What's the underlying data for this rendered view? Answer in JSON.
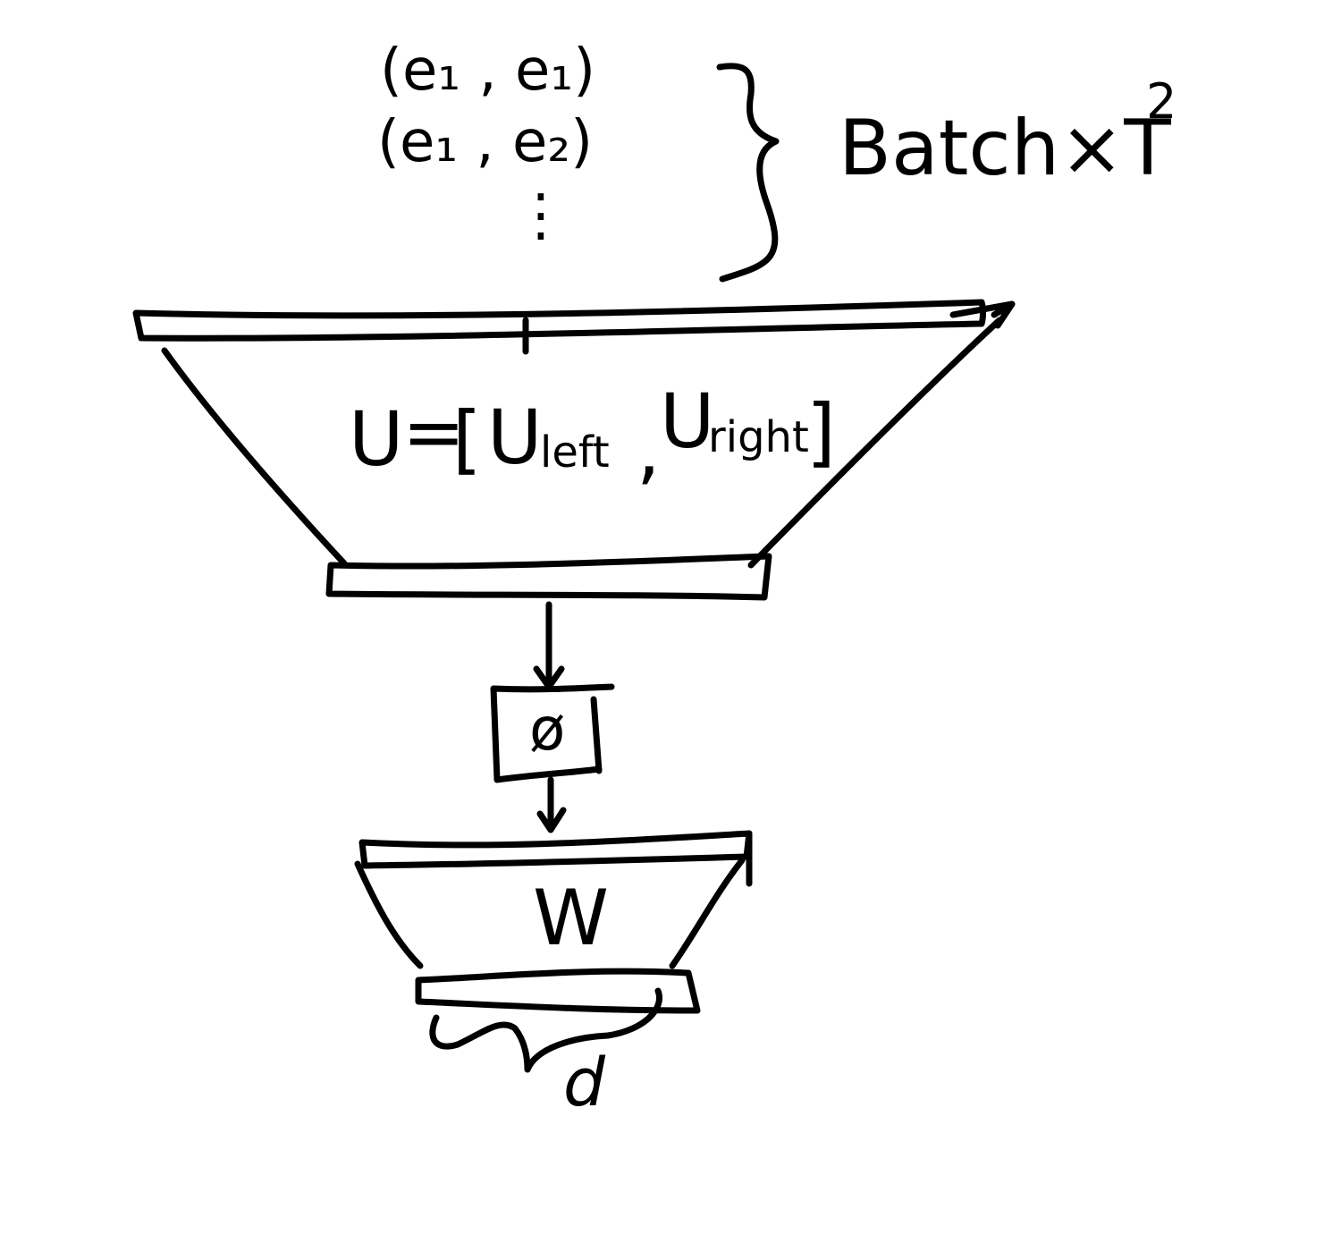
{
  "colors": {
    "background": "#ffffff",
    "ink": "#000000"
  },
  "inputs": {
    "pairs": [
      "(e₁ , e₁)",
      "(e₁ , e₂)"
    ],
    "ellipsis": "⋮",
    "size_label": {
      "base": "Batch×T",
      "exponent": "2"
    }
  },
  "layer_u": {
    "symbol": "U",
    "equals": "=",
    "open_bracket": "[",
    "left_block": {
      "base": "U",
      "subscript": "left"
    },
    "separator": ",",
    "right_block": {
      "base": "U",
      "subscript": "right"
    },
    "close_bracket": "]"
  },
  "activation": {
    "symbol": "ø"
  },
  "layer_w": {
    "symbol": "W"
  },
  "output": {
    "dimension_label": "d"
  }
}
